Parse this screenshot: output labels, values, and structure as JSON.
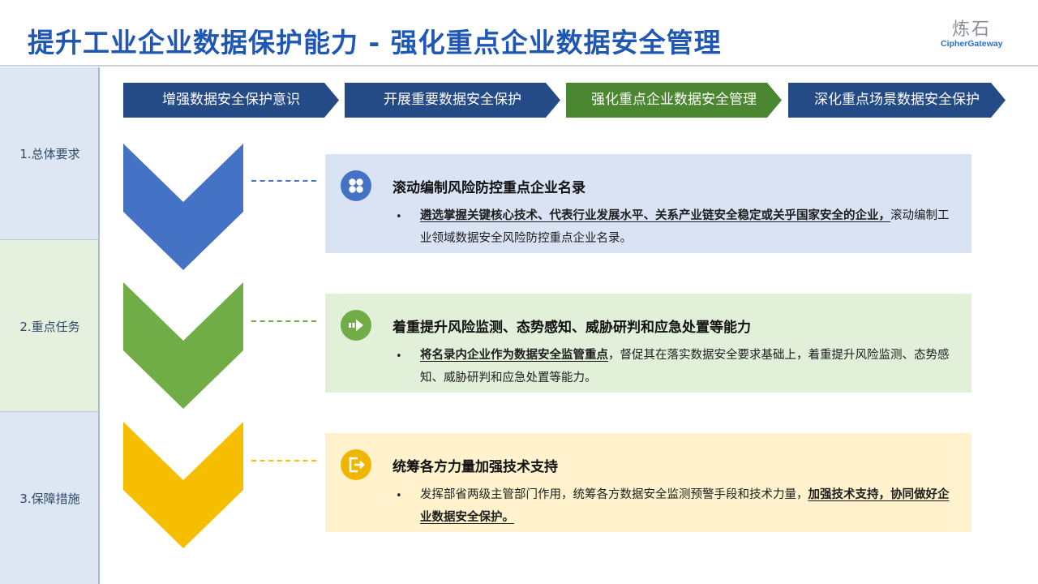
{
  "header": {
    "title": "提升工业企业数据保护能力 - 强化重点企业数据安全管理",
    "logo_cn": "炼石",
    "logo_en": "CipherGateway"
  },
  "sidebar": {
    "items": [
      {
        "label": "1.总体要求"
      },
      {
        "label": "2.重点任务"
      },
      {
        "label": "3.保障措施"
      }
    ]
  },
  "steps": [
    {
      "label": "增强数据安全保护意识",
      "color": "#254b86"
    },
    {
      "label": "开展重要数据安全保护",
      "color": "#254b86"
    },
    {
      "label": "强化重点企业数据安全管理",
      "color": "#4b8631"
    },
    {
      "label": "深化重点场景数据安全保护",
      "color": "#254b86"
    }
  ],
  "cards": [
    {
      "icon": "grid-four-icon",
      "title": "滚动编制风险防控重点企业名录",
      "bullet_bold": "遴选掌握关键核心技术、代表行业发展水平、关系产业链安全稳定或关乎国家安全的企业，",
      "bullet_rest": "滚动编制工业领域数据安全风险防控重点企业名录。",
      "bg": "#dae3f4",
      "accent": "#4472c4"
    },
    {
      "icon": "arrow-right-icon",
      "title": "着重提升风险监测、态势感知、威胁研判和应急处置等能力",
      "bullet_bold": "将名录内企业作为数据安全监管重点",
      "bullet_rest": "，督促其在落实数据安全要求基础上，着重提升风险监测、态势感知、威胁研判和应急处置等能力。",
      "bg": "#e2efd9",
      "accent": "#70ad47"
    },
    {
      "icon": "exit-icon",
      "title": "统筹各方力量加强技术支持",
      "bullet_plain": "发挥部省两级主管部门作用，统筹各方数据安全监测预警手段和技术力量，",
      "bullet_bold": "加强技术支持，协同做好企业数据安全保护。",
      "bg": "#fff2cc",
      "accent": "#f0b500"
    }
  ]
}
